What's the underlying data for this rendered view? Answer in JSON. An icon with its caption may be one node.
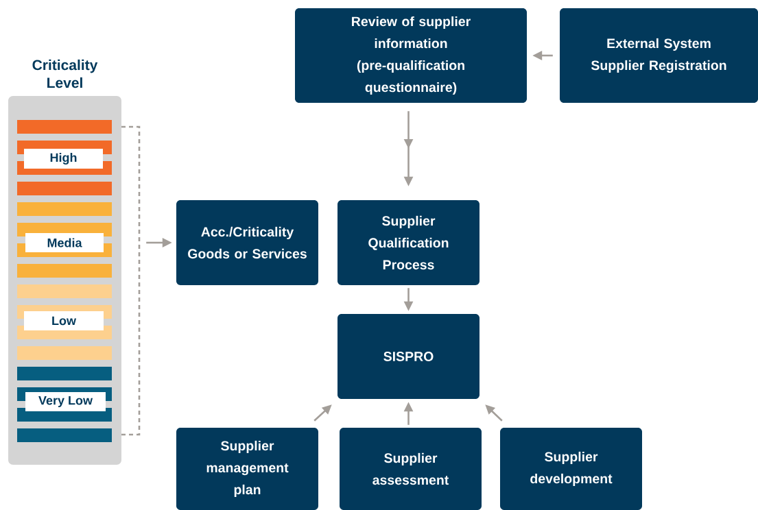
{
  "diagram": {
    "nodes": [
      {
        "text": [
          "Criticality Level"
        ]
      },
      {
        "text": [
          "High"
        ],
        "in": 0
      },
      {
        "text": [
          "Media"
        ],
        "in": 0
      },
      {
        "text": [
          "Low"
        ],
        "in": 0
      },
      {
        "text": [
          "Very Low"
        ],
        "in": 0
      },
      {
        "text": [
          "Review of supplier information (pre-qualification questionnaire)"
        ]
      },
      {
        "text": [
          "External System Supplier Registration"
        ]
      },
      {
        "text": [
          "Acc./Criticality Goods or Services"
        ]
      },
      {
        "text": [
          "Supplier Qualification Process"
        ]
      },
      {
        "text": [
          "SISPRO"
        ]
      },
      {
        "text": [
          "Supplier management plan"
        ]
      },
      {
        "text": [
          "Supplier assessment"
        ]
      },
      {
        "text": [
          "Supplier development"
        ]
      }
    ],
    "edges": [
      {
        "from": 6,
        "to": 5,
        "arrow": "to"
      },
      {
        "from": 5,
        "to": 8,
        "arrow": "to"
      },
      {
        "from": 0,
        "to": 7,
        "arrow": "to"
      },
      {
        "from": 8,
        "to": 9,
        "arrow": "to"
      },
      {
        "from": 10,
        "to": 9,
        "arrow": "to"
      },
      {
        "from": 11,
        "to": 9,
        "arrow": "to"
      },
      {
        "from": 12,
        "to": 9,
        "arrow": "to"
      }
    ]
  }
}
